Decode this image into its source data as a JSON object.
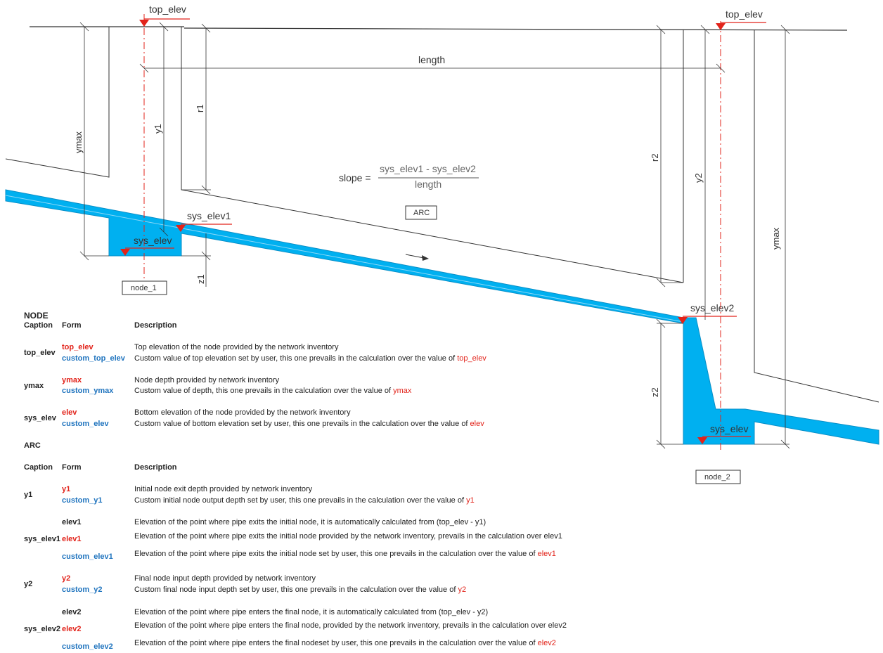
{
  "diagram": {
    "top_elev_1": "top_elev",
    "top_elev_2": "top_elev",
    "length": "length",
    "ymax_left": "ymax",
    "ymax_right": "ymax",
    "y1": "y1",
    "r1": "r1",
    "r2": "r2",
    "y2": "y2",
    "z1": "z1",
    "z2": "z2",
    "slope_label": "slope =",
    "slope_numerator": "sys_elev1 - sys_elev2",
    "slope_denominator": "length",
    "arc_box": "ARC",
    "sys_elev1": "sys_elev1",
    "sys_elev2": "sys_elev2",
    "sys_elev_node1": "sys_elev",
    "sys_elev_node2": "sys_elev",
    "node_1": "node_1",
    "node_2": "node_2",
    "colors": {
      "pipe": "#00b0f0",
      "marker": "#e2231a",
      "line": "#333333"
    }
  },
  "node_section": {
    "title": "NODE",
    "headers": {
      "caption": "Caption",
      "form": "Form",
      "description": "Description"
    },
    "rows": [
      {
        "caption": "top_elev",
        "form_a": "top_elev",
        "form_b": "custom_top_elev",
        "desc_a": "Top elevation of the node provided by the network inventory",
        "desc_b": "Custom value of top elevation set by user, this one prevails in the calculation over the value of ",
        "desc_b_ref": "top_elev"
      },
      {
        "caption": "ymax",
        "form_a": "ymax",
        "form_b": "custom_ymax",
        "desc_a": "Node depth provided by network inventory",
        "desc_b": "Custom value of depth, this one prevails in the calculation over the value of ",
        "desc_b_ref": "ymax"
      },
      {
        "caption": "sys_elev",
        "form_a": "elev",
        "form_b": "custom_elev",
        "desc_a": "Bottom elevation of the node provided by the network inventory",
        "desc_b": "Custom value of bottom elevation set by user, this one prevails in the calculation over the value of ",
        "desc_b_ref": "elev"
      }
    ]
  },
  "arc_section": {
    "title": "ARC",
    "headers": {
      "caption": "Caption",
      "form": "Form",
      "description": "Description"
    },
    "y1": {
      "caption": "y1",
      "form_a": "y1",
      "form_b": "custom_y1",
      "desc_a": "Initial node exit depth provided by network inventory",
      "desc_b": "Custom initial node output depth set by user, this one prevails in the calculation over the value of ",
      "desc_b_ref": "y1"
    },
    "sys_elev1": {
      "caption": "sys_elev1",
      "form_a": "elev1",
      "form_b": "elev1",
      "form_c": "custom_elev1",
      "desc_a": "Elevation of the point where pipe exits the initial node, it is automatically calculated from (top_elev - y1)",
      "desc_b": "Elevation of the point where pipe exits the initial node provided by the network inventory, prevails in the calculation over elev1",
      "desc_c": "Elevation of the point where pipe exits the initial node set by user, this one prevails in the calculation over the value of ",
      "desc_c_ref": "elev1"
    },
    "y2": {
      "caption": "y2",
      "form_a": "y2",
      "form_b": "custom_y2",
      "desc_a": "Final node input depth provided by network inventory",
      "desc_b": "Custom final node input depth set by user, this one prevails in the calculation over the value of ",
      "desc_b_ref": "y2"
    },
    "sys_elev2": {
      "caption": "sys_elev2",
      "form_a": "elev2",
      "form_b": "elev2",
      "form_c": "custom_elev2",
      "desc_a": "Elevation of the point where pipe enters the final node, it is automatically calculated from (top_elev - y2)",
      "desc_b": "Elevation of the point where pipe enters the final node, provided by the network inventory, prevails in the calculation over elev2",
      "desc_c": "Elevation of the point where pipe enters the final nodeset by user, this one prevails in the calculation over the value of ",
      "desc_c_ref": "elev2"
    }
  }
}
